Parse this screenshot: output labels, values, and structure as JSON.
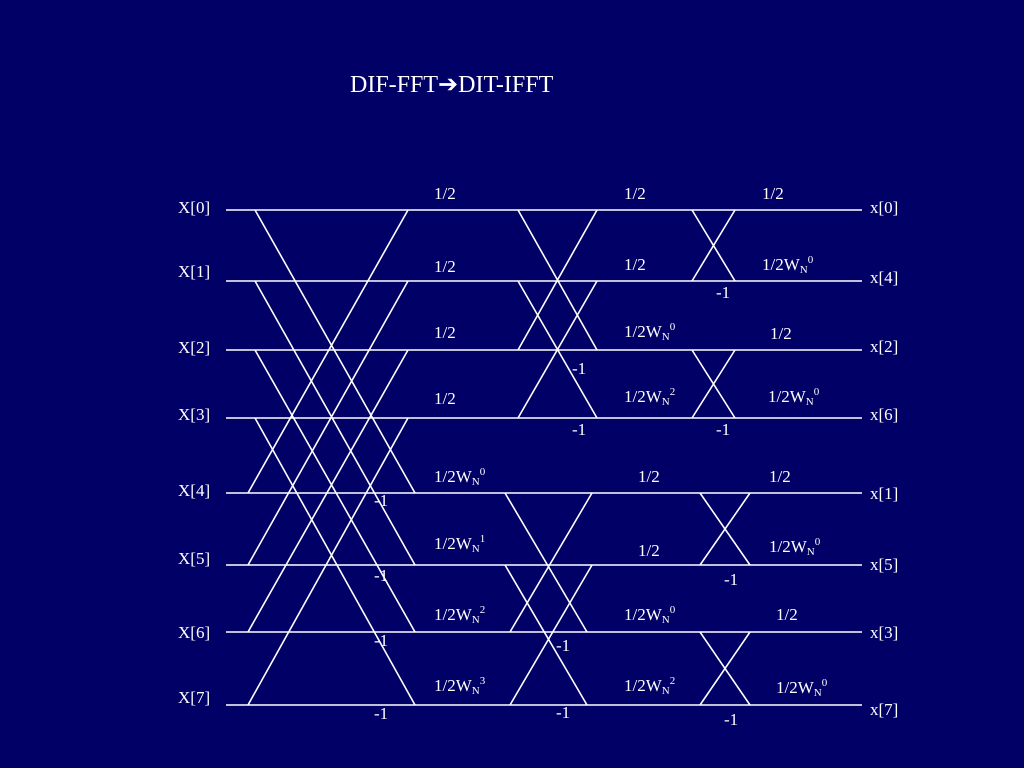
{
  "title": "DIF-FFT➔DIT-IFFT",
  "inputs": [
    "X[0]",
    "X[1]",
    "X[2]",
    "X[3]",
    "X[4]",
    "X[5]",
    "X[6]",
    "X[7]"
  ],
  "outputs": [
    "x[0]",
    "x[4]",
    "x[2]",
    "x[6]",
    "x[1]",
    "x[5]",
    "x[3]",
    "x[7]"
  ],
  "stage1": {
    "coeffs": [
      {
        "base": "1/2",
        "sub": "",
        "sup": ""
      },
      {
        "base": "1/2",
        "sub": "",
        "sup": ""
      },
      {
        "base": "1/2",
        "sub": "",
        "sup": ""
      },
      {
        "base": "1/2",
        "sub": "",
        "sup": ""
      },
      {
        "base": "1/2W",
        "sub": "N",
        "sup": "0"
      },
      {
        "base": "1/2W",
        "sub": "N",
        "sup": "1"
      },
      {
        "base": "1/2W",
        "sub": "N",
        "sup": "2"
      },
      {
        "base": "1/2W",
        "sub": "N",
        "sup": "3"
      }
    ],
    "minus": [
      "-1",
      "-1",
      "-1",
      "-1"
    ]
  },
  "stage2": {
    "coeffs": [
      {
        "base": "1/2",
        "sub": "",
        "sup": ""
      },
      {
        "base": "1/2",
        "sub": "",
        "sup": ""
      },
      {
        "base": "1/2W",
        "sub": "N",
        "sup": "0"
      },
      {
        "base": "1/2W",
        "sub": "N",
        "sup": "2"
      },
      {
        "base": "1/2",
        "sub": "",
        "sup": ""
      },
      {
        "base": "1/2",
        "sub": "",
        "sup": ""
      },
      {
        "base": "1/2W",
        "sub": "N",
        "sup": "0"
      },
      {
        "base": "1/2W",
        "sub": "N",
        "sup": "2"
      }
    ],
    "minus": [
      "-1",
      "-1",
      "-1",
      "-1"
    ]
  },
  "stage3": {
    "coeffs": [
      {
        "base": "1/2",
        "sub": "",
        "sup": ""
      },
      {
        "base": "1/2W",
        "sub": "N",
        "sup": "0"
      },
      {
        "base": "1/2",
        "sub": "",
        "sup": ""
      },
      {
        "base": "1/2W",
        "sub": "N",
        "sup": "0"
      },
      {
        "base": "1/2",
        "sub": "",
        "sup": ""
      },
      {
        "base": "1/2W",
        "sub": "N",
        "sup": "0"
      },
      {
        "base": "1/2",
        "sub": "",
        "sup": ""
      },
      {
        "base": "1/2W",
        "sub": "N",
        "sup": "0"
      }
    ],
    "minus": [
      "-1",
      "-1",
      "-1",
      "-1"
    ]
  },
  "colors": {
    "background": "#000066",
    "foreground": "#ffffff"
  }
}
